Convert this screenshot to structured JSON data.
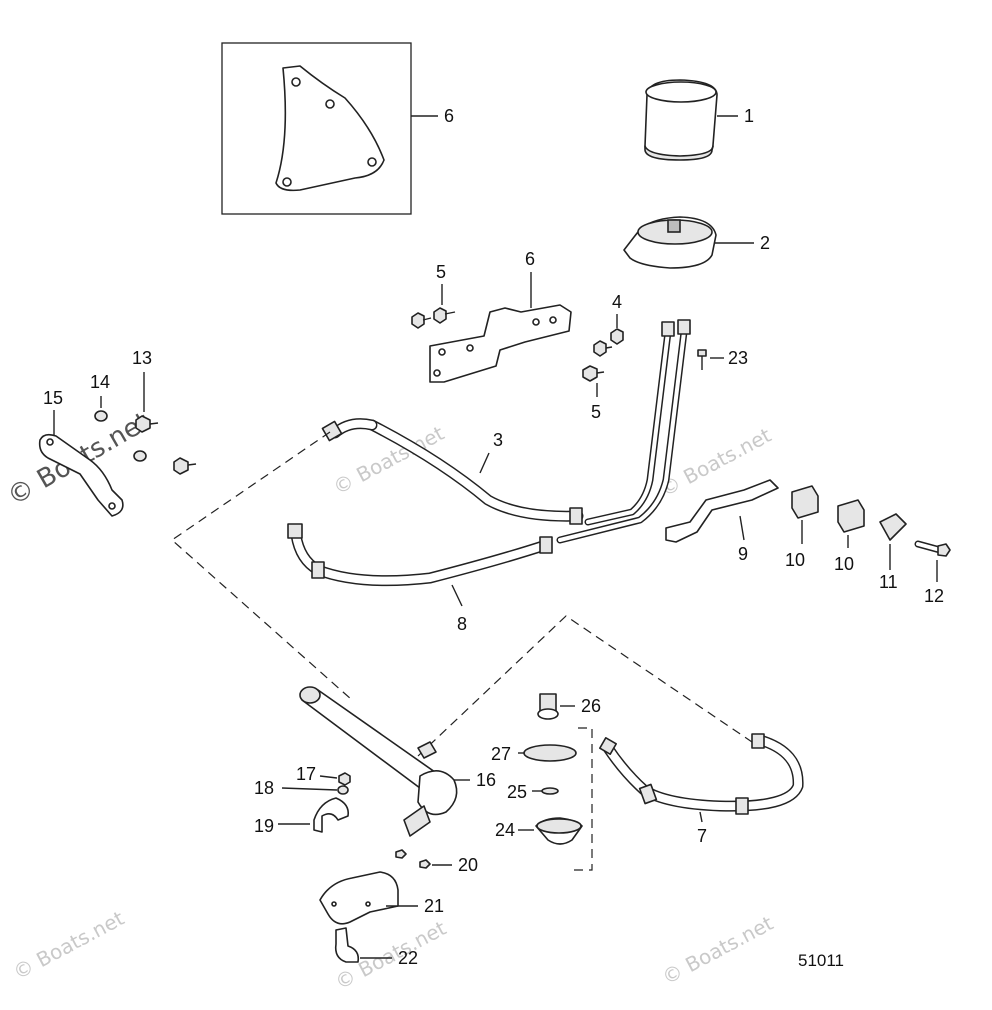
{
  "callouts": {
    "c1": "1",
    "c2": "2",
    "c3": "3",
    "c4": "4",
    "c5a": "5",
    "c5b": "5",
    "c6a": "6",
    "c6b": "6",
    "c7": "7",
    "c8": "8",
    "c9": "9",
    "c10a": "10",
    "c10b": "10",
    "c11": "11",
    "c12": "12",
    "c13": "13",
    "c14": "14",
    "c15": "15",
    "c16": "16",
    "c17": "17",
    "c18": "18",
    "c19": "19",
    "c20": "20",
    "c21": "21",
    "c22": "22",
    "c23": "23",
    "c24": "24",
    "c25": "25",
    "c26": "26",
    "c27": "27"
  },
  "figure_id": "51011",
  "watermark": {
    "text": "© Boats.net"
  },
  "colors": {
    "line": "#222222",
    "watermark": "#c9c9c9"
  }
}
